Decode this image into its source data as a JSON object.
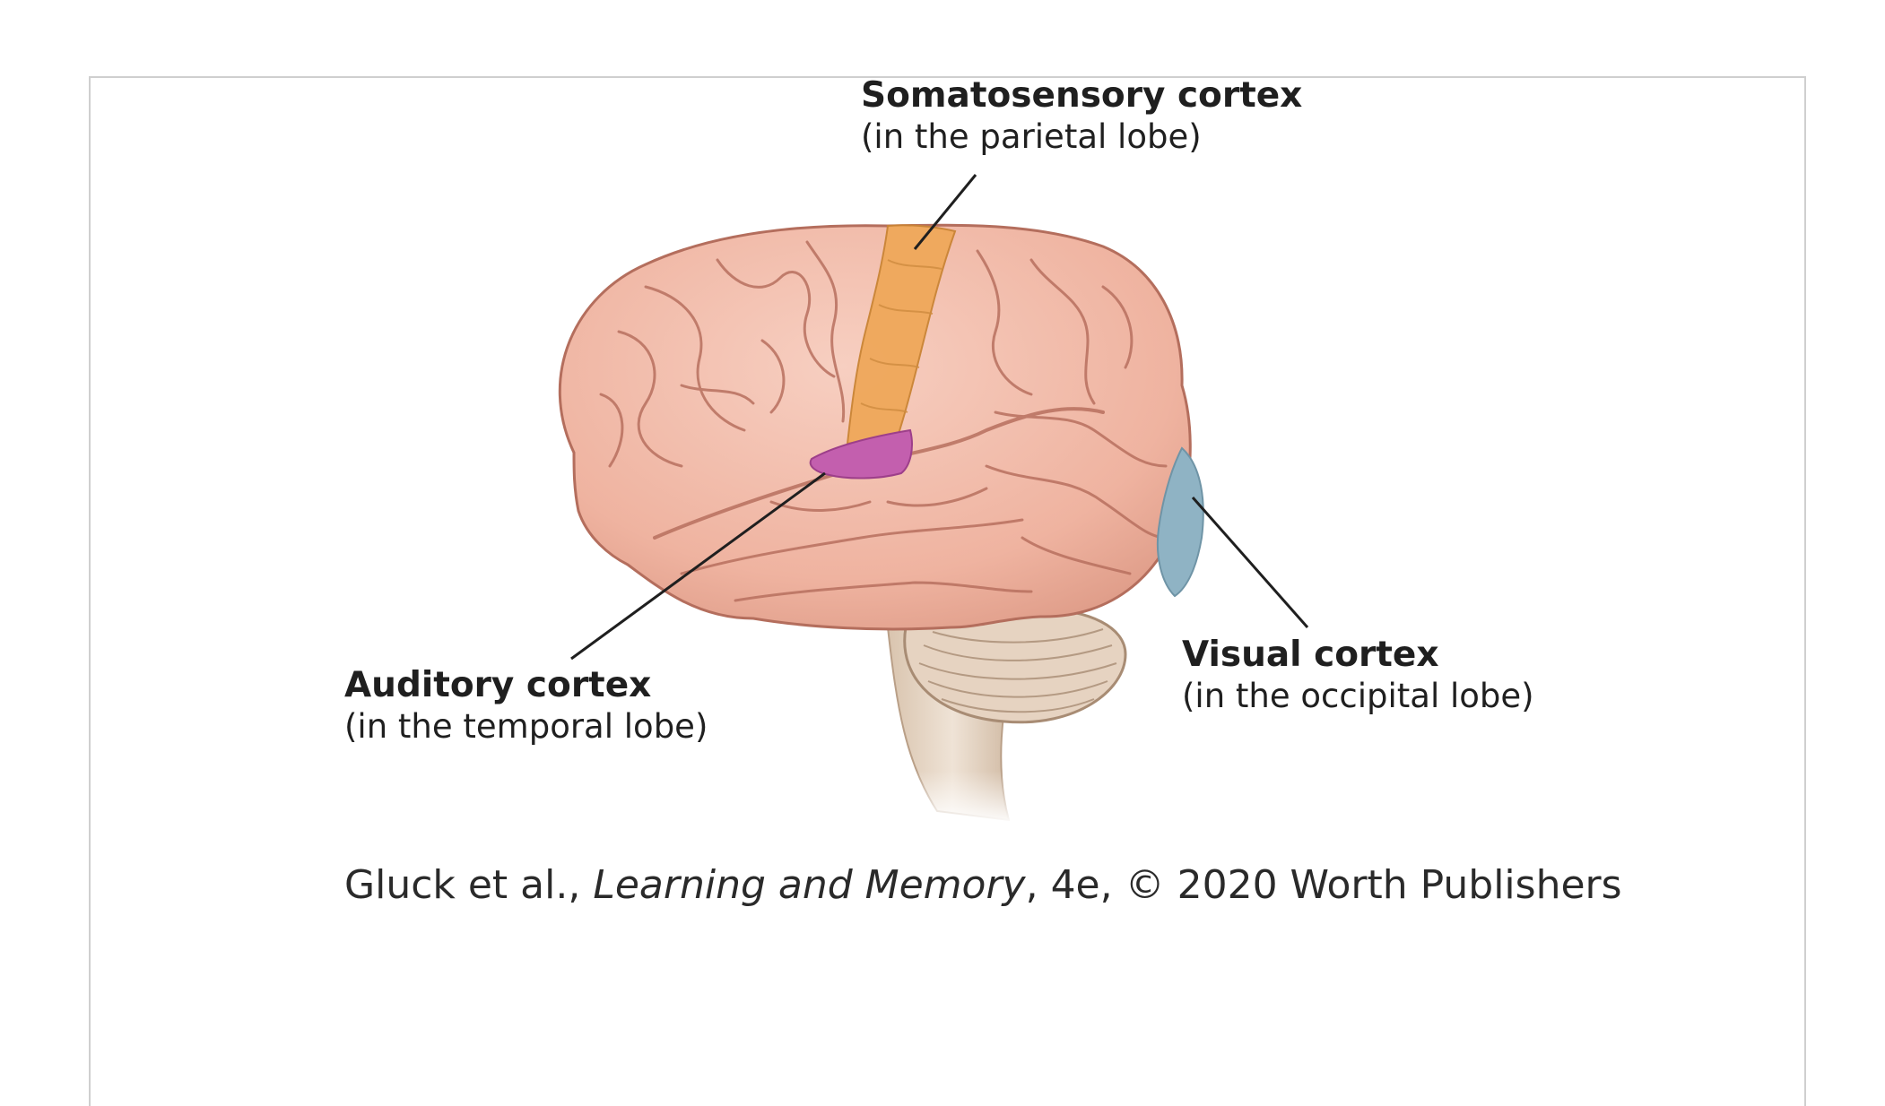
{
  "labels": {
    "somatosensory": {
      "title": "Somatosensory cortex",
      "sub": "(in the parietal lobe)",
      "color": "#f0a958"
    },
    "auditory": {
      "title": "Auditory cortex",
      "sub": "(in the temporal lobe)",
      "color": "#c55fae"
    },
    "visual": {
      "title": "Visual cortex",
      "sub": "(in the occipital lobe)",
      "color": "#8fb3c4"
    }
  },
  "caption": {
    "authors": "Gluck et al., ",
    "book": "Learning and Memory",
    "rest": ", 4e, © 2020 Worth Publishers"
  },
  "colors": {
    "cortex": "#f1b9a7",
    "sulci": "#b8705f",
    "cerebellum": "#e3d2c1",
    "brainstem": "#e8d9c9"
  }
}
